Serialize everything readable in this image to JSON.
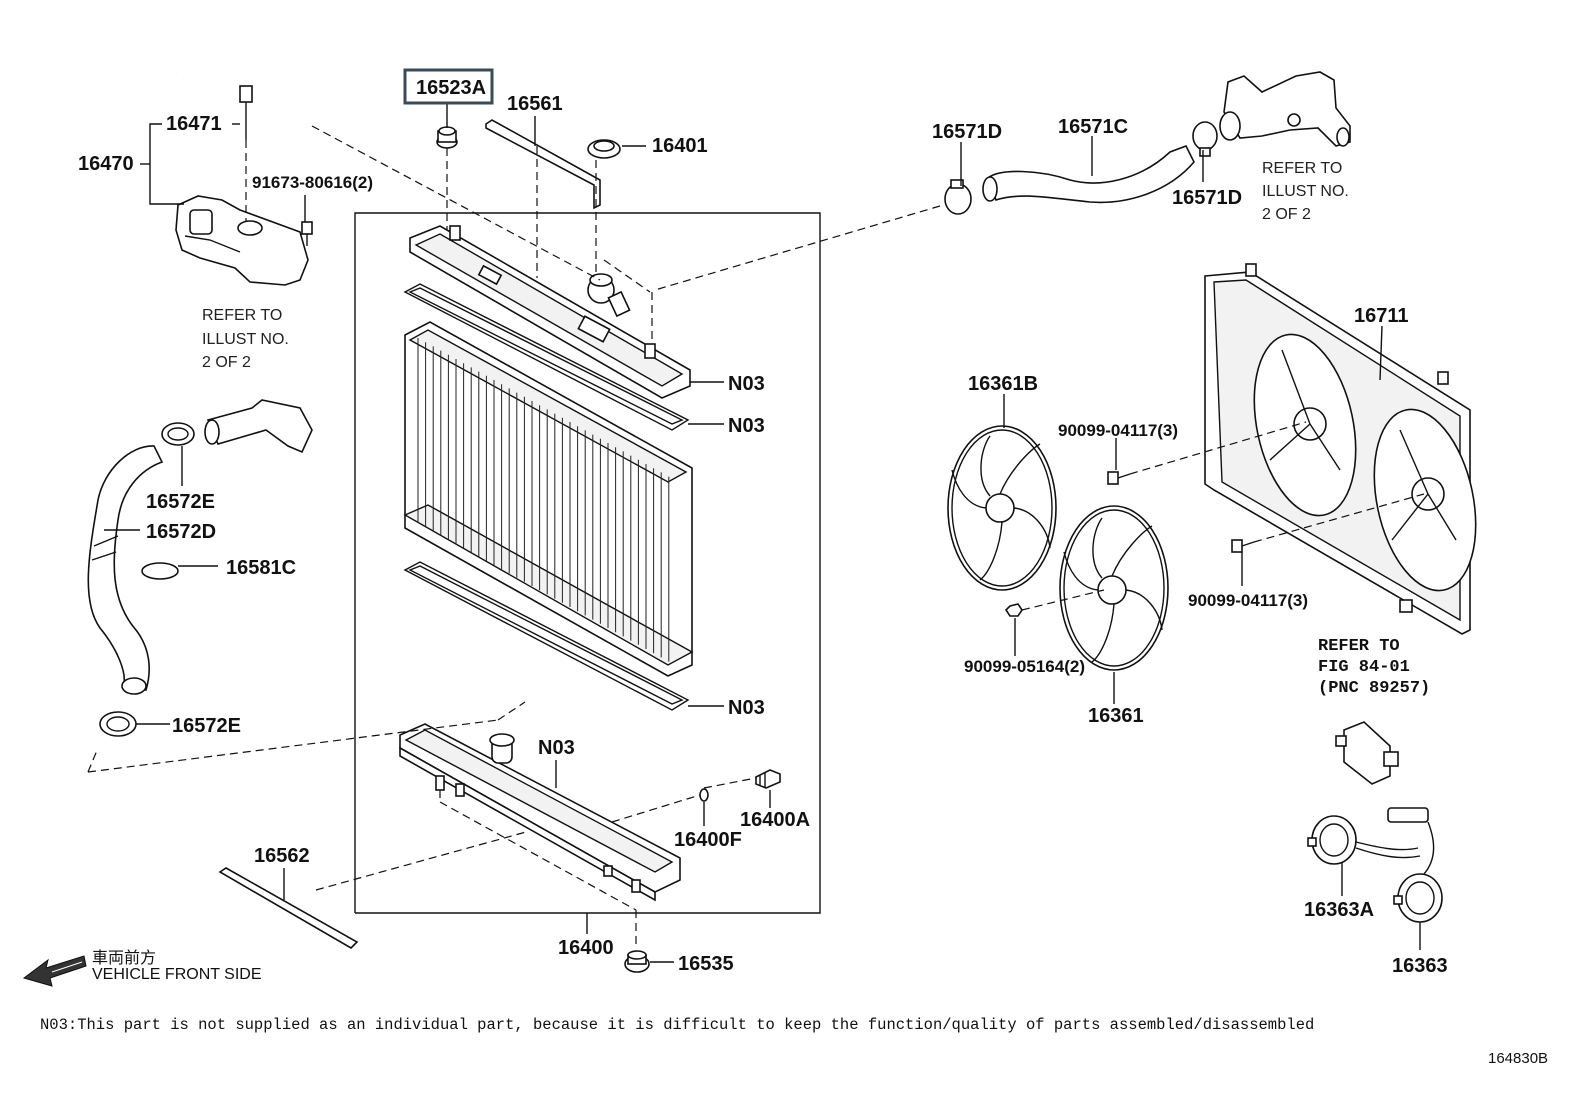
{
  "parts": {
    "p16523A": "16523A",
    "p16561": "16561",
    "p16401": "16401",
    "p16471": "16471",
    "p16470": "16470",
    "p91673": "91673-80616(2)",
    "p16571D_a": "16571D",
    "p16571C": "16571C",
    "p16571D_b": "16571D",
    "p16711": "16711",
    "p16361B": "16361B",
    "p90099_a": "90099-04117(3)",
    "p90099_b": "90099-04117(3)",
    "p90099_c": "90099-05164(2)",
    "p16361": "16361",
    "p16572E_a": "16572E",
    "p16572D": "16572D",
    "p16581C": "16581C",
    "p16572E_b": "16572E",
    "pN03_1": "N03",
    "pN03_2": "N03",
    "pN03_3": "N03",
    "pN03_4": "N03",
    "p16400F": "16400F",
    "p16400A": "16400A",
    "p16400": "16400",
    "p16535": "16535",
    "p16562": "16562",
    "p16363A": "16363A",
    "p16363": "16363"
  },
  "refs": {
    "ref_left_1": "REFER TO",
    "ref_left_2": "ILLUST NO.",
    "ref_left_3": "2 OF 2",
    "ref_right_1": "REFER TO",
    "ref_right_2": "ILLUST NO.",
    "ref_right_3": "2 OF 2",
    "ref_fig_1": "REFER TO",
    "ref_fig_2": "FIG 84-01",
    "ref_fig_3": "(PNC 89257)"
  },
  "front": {
    "jp": "車両前方",
    "en": "VEHICLE FRONT SIDE"
  },
  "note": "N03:This part is not supplied as an individual part, because it is difficult to keep the function/quality of parts assembled/disassembled",
  "code": "164830B"
}
